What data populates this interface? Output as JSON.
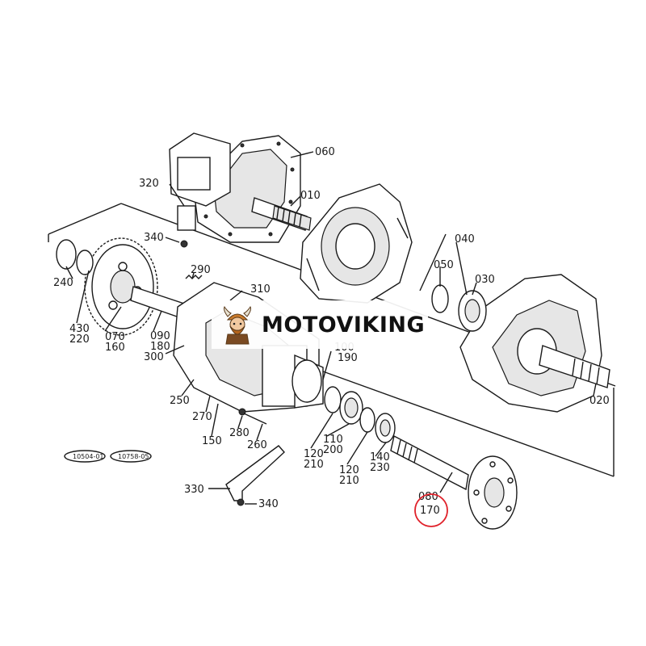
{
  "brand": {
    "name": "MOTOVIKING",
    "accent": "#c97a2b"
  },
  "highlight_color": "#e0212a",
  "highlighted_part": "170",
  "references": [
    "10504-01",
    "10758-05"
  ],
  "parts": {
    "p060": "060",
    "p010": "010",
    "p320": "320",
    "p340a": "340",
    "p240": "240",
    "p290": "290",
    "p310": "310",
    "p040": "040",
    "p050": "050",
    "p030": "030",
    "p430": "430",
    "p220": "220",
    "p070": "070",
    "p160": "160",
    "p090": "090",
    "p180": "180",
    "p300": "300",
    "p100": "100",
    "p190": "190",
    "p250": "250",
    "p270": "270",
    "p150": "150",
    "p280": "280",
    "p260": "260",
    "p110": "110",
    "p200": "200",
    "p120a": "120",
    "p210a": "210",
    "p120b": "120",
    "p210b": "210",
    "p140": "140",
    "p230": "230",
    "p330": "330",
    "p340b": "340",
    "p080": "080",
    "p170": "170",
    "p020": "020"
  }
}
